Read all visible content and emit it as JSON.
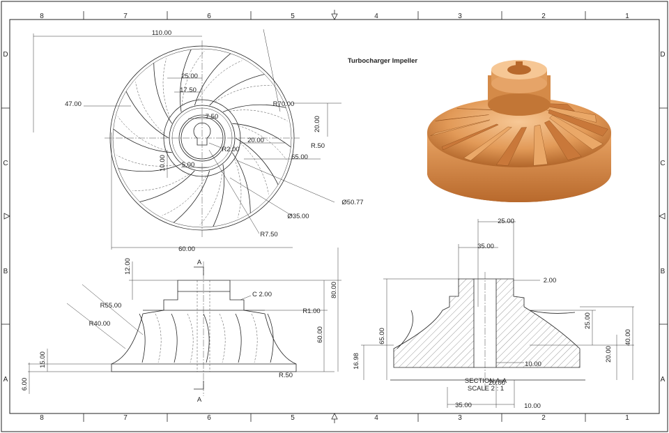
{
  "title": "Turbocharger Impeller",
  "zones": {
    "columns": [
      "8",
      "7",
      "6",
      "5",
      "4",
      "3",
      "2",
      "1"
    ],
    "rows": [
      "D",
      "C",
      "B",
      "A"
    ]
  },
  "top_view": {
    "d_110": "110.00",
    "d_47": "47.00",
    "d_25": "25.00",
    "d_17_5": "17.50",
    "d_7_5": "7.50",
    "d_10": "10.00",
    "d_5": "5.00",
    "r_70": "R70.00",
    "d_20_v": "20.00",
    "d_20_h": "20.00",
    "r_2": "R2.00",
    "r_0_5": "R.50",
    "d_65": "65.00",
    "dia_50_77": "Ø50.77",
    "dia_35": "Ø35.00",
    "r_7_5": "R7.50",
    "d_60": "60.00"
  },
  "front_view": {
    "section_mark_top": "A",
    "section_mark_bottom": "A",
    "d_12": "12.00",
    "c_2": "C 2.00",
    "r_55": "R55.00",
    "r_40": "R40.00",
    "r_1": "R1.00",
    "d_80": "80.00",
    "d_60": "60.00",
    "d_15": "15.00",
    "d_6": "6.00",
    "r_0_5": "R.50"
  },
  "section_view": {
    "d_25": "25.00",
    "d_35_top": "35.00",
    "d_2": "2.00",
    "d_65": "65.00",
    "d_16_98": "16.98",
    "d_25_v": "25.00",
    "d_40": "40.00",
    "d_20_v": "20.00",
    "d_10": "10.00",
    "d_20_h": "20.00",
    "d_35_bottom": "35.00",
    "d_10_bottom": "10.00",
    "caption_line1": "SECTION A-A",
    "caption_line2": "SCALE 2 : 1"
  },
  "colors": {
    "render_light": "#f2b57c",
    "render_mid": "#d98a47",
    "render_dark": "#a85c22",
    "line": "#222222"
  }
}
